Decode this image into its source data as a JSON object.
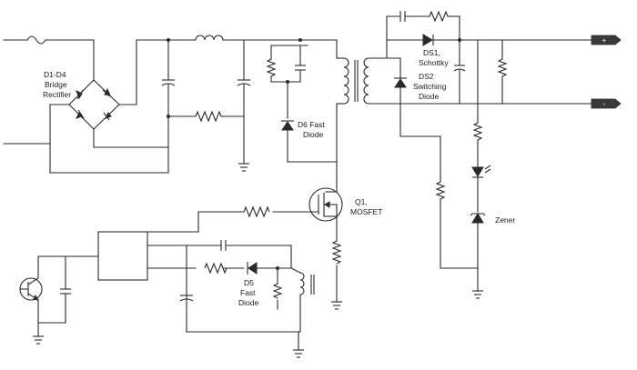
{
  "labels": {
    "bridge": [
      "D1-D4",
      "Bridge",
      "Rectifier"
    ],
    "d6": [
      "D6 Fast",
      "Diode"
    ],
    "q1": [
      "Q1,",
      "MOSFET"
    ],
    "d5": [
      "D5",
      "Fast",
      "Diode"
    ],
    "ds1": [
      "DS1,",
      "Schottky"
    ],
    "ds2": [
      "DS2",
      "Switching",
      "Diode"
    ],
    "zener": "Zener"
  },
  "terminals": {
    "plus": "+",
    "minus": "-"
  }
}
